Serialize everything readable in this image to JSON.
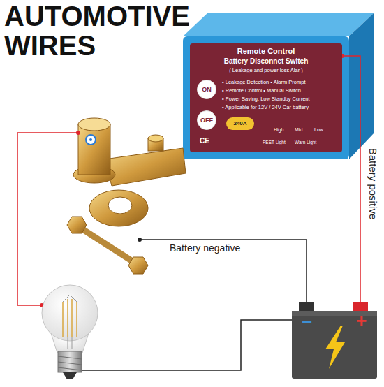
{
  "diagram": {
    "title": "AUTOMOTIVE WIRES",
    "nodes": [
      {
        "text": [
          "Remote Control",
          "Battery Disconnet Switch",
          "( Leakage and power loss Alar )",
          "• Leakage Detection • Alarm Prompt",
          "• Remote Control • Manual Switch",
          "• Power Saving, Low Standby Current",
          "• Applicable for 12V / 24V Car battery",
          "High",
          "Mid",
          "Low",
          "CE",
          "PEST Light",
          "Warn Light"
        ]
      },
      {
        "text": [
          "ON"
        ],
        "in": 0
      },
      {
        "text": [
          "OFF"
        ],
        "in": 0
      },
      {
        "text": [
          "240A"
        ],
        "in": 0
      },
      {
        "text": [
          "−",
          "+"
        ]
      }
    ],
    "edges": [
      {
        "from": 0,
        "to": 4,
        "arrow": "none",
        "label": "Battery positive"
      }
    ],
    "labels": [
      "Battery negative"
    ]
  }
}
